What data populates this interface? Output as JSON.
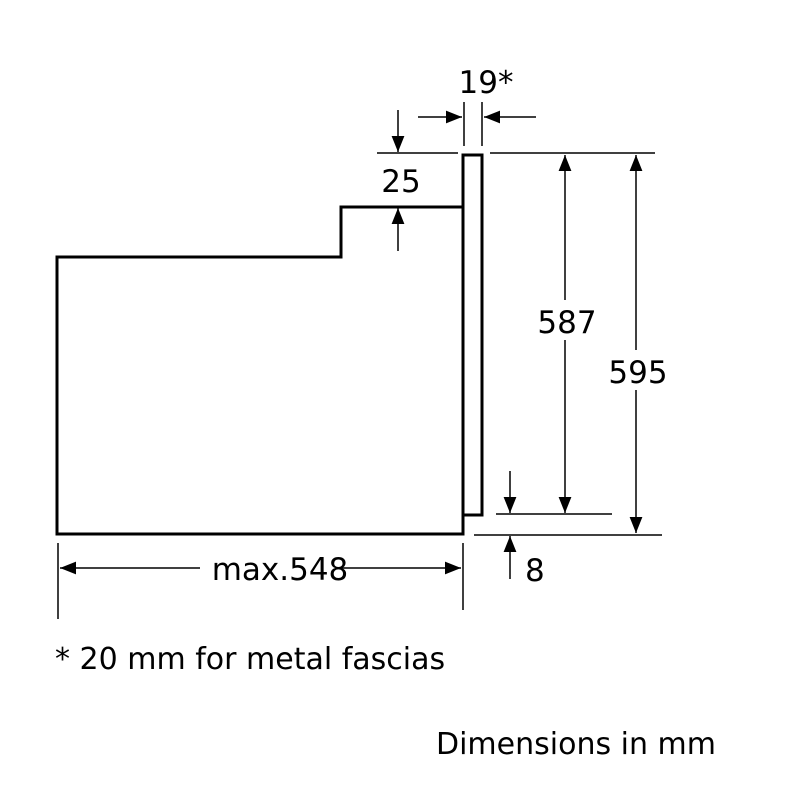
{
  "diagram": {
    "dimensions": {
      "fascia_thickness": "19*",
      "top_step": "25",
      "front_height": "587",
      "total_height": "595",
      "bottom_offset": "8",
      "depth": "max.548"
    },
    "footnote": "* 20 mm for metal fascias",
    "units_note": "Dimensions in mm"
  }
}
